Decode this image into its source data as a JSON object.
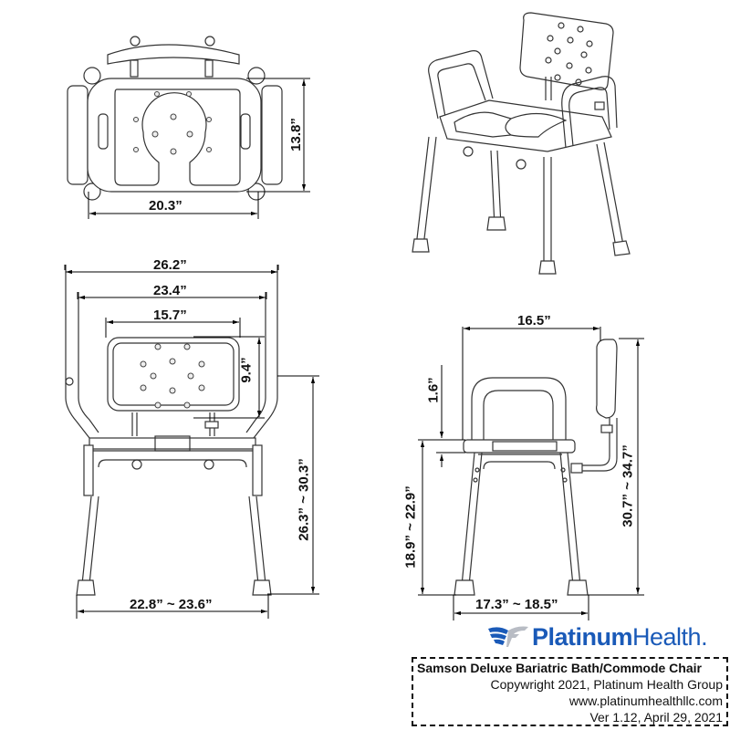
{
  "diagram": {
    "subject": "Samson Deluxe Bariatric Bath/Commode Chair dimension drawing",
    "views": [
      {
        "name": "top-view",
        "dimensions": {
          "seat_width": "20.3”",
          "seat_depth": "13.8”"
        }
      },
      {
        "name": "isometric-view",
        "dimensions": {}
      },
      {
        "name": "front-view",
        "dimensions": {
          "overall_width": "26.2”",
          "arm_width": "23.4”",
          "backrest_width": "15.7”",
          "backrest_height": "9.4”",
          "arm_height": "26.3” ~ 30.3”",
          "leg_span": "22.8” ~ 23.6”"
        }
      },
      {
        "name": "side-view",
        "dimensions": {
          "depth": "16.5”",
          "seat_thickness": "1.6”",
          "seat_height": "18.9” ~ 22.9”",
          "back_height": "30.7” ~ 34.7”",
          "leg_span": "17.3” ~ 18.5”"
        }
      }
    ]
  },
  "labels": {
    "top_width": "20.3”",
    "top_depth": "13.8”",
    "front_overall": "26.2”",
    "front_arm": "23.4”",
    "front_back": "15.7”",
    "front_back_h": "9.4”",
    "front_arm_h": "26.3” ~ 30.3”",
    "front_legs": "22.8” ~ 23.6”",
    "side_depth": "16.5”",
    "side_seat_t": "1.6”",
    "side_seat_h": "18.9” ~ 22.9”",
    "side_back_h": "30.7” ~ 34.7”",
    "side_legs": "17.3” ~ 18.5”"
  },
  "brand": {
    "name_bold": "Platinum",
    "name_light": "Health",
    "dot": ".",
    "logo_icon": "wing-icon",
    "color": "#1a5ab8"
  },
  "info_box": {
    "title": "Samson Deluxe Bariatric Bath/Commode Chair",
    "copyright": "Copywright 2021, Platinum Health Group",
    "website": "www.platinumhealthllc.com",
    "version": "Ver 1.12, April 29, 2021"
  }
}
